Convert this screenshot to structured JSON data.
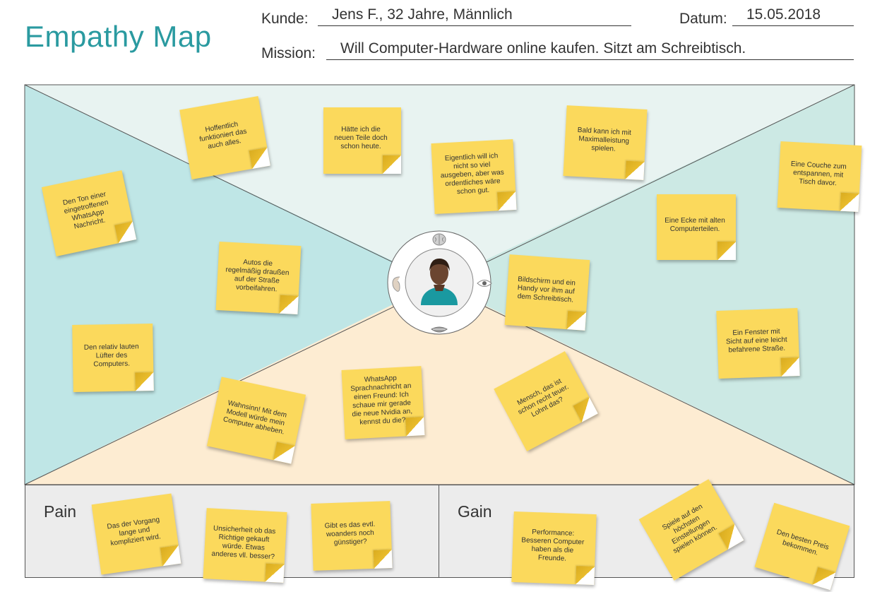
{
  "header": {
    "title": "Empathy Map",
    "kunde_label": "Kunde:",
    "kunde_value": "Jens F., 32 Jahre, Männlich",
    "datum_label": "Datum:",
    "datum_value": "15.05.2018",
    "mission_label": "Mission:",
    "mission_value": "Will Computer-Hardware online kaufen. Sitzt am Schreibtisch."
  },
  "colors": {
    "think": "#e8f3f1",
    "hear": "#bfe6e6",
    "see": "#cce9e4",
    "say": "#fdecd2",
    "note": "#fbd95c",
    "title": "#2a9aa0",
    "panel": "#ececec"
  },
  "center": {
    "icons": [
      "brain-icon",
      "ear-icon",
      "eye-icon",
      "mouth-icon",
      "person-icon"
    ]
  },
  "notes": {
    "think_1": "Hoffentlich funktioniert das auch alles.",
    "think_2": "Hätte ich die neuen Teile doch schon heute.",
    "think_3": "Eigentlich will ich nicht so viel ausgeben, aber was ordentliches wäre schon gut.",
    "think_4": "Bald kann ich mit Maximalleistung spielen.",
    "hear_1": "Den Ton einer eingetroffenen WhatsApp Nachricht.",
    "hear_2": "Autos die regelmäßig draußen auf der Straße vorbeifahren.",
    "hear_3": "Den relativ lauten Lüfter des Computers.",
    "see_1": "Eine Couche zum entspannen, mit Tisch davor.",
    "see_2": "Eine Ecke mit alten Computerteilen.",
    "see_3": "Bildschirm und ein Handy vor ihm auf dem Schreibtisch.",
    "see_4": "Ein Fenster mit Sicht auf eine leicht befahrene Straße.",
    "say_1": "Wahnsinn! Mit dem Modell würde mein Computer abheben.",
    "say_2": "WhatsApp Sprachnachricht an einen Freund: Ich schaue mir gerade die neue Nvidia an, kennst du die?",
    "say_3": "Mensch, das ist schon recht teuer. Lohnt das?"
  },
  "pain": {
    "label": "Pain",
    "notes": [
      "Das der Vorgang lange und kompliziert wird.",
      "Unsicherheit ob das Richtige gekauft würde. Etwas anderes vll. besser?",
      "Gibt es das evtl. woanders noch günstiger?"
    ]
  },
  "gain": {
    "label": "Gain",
    "notes": [
      "Performance: Besseren Computer haben als die Freunde.",
      "Spiele auf den höchsten Einstellungen spielen können.",
      "Den besten Preis bekommen."
    ]
  }
}
